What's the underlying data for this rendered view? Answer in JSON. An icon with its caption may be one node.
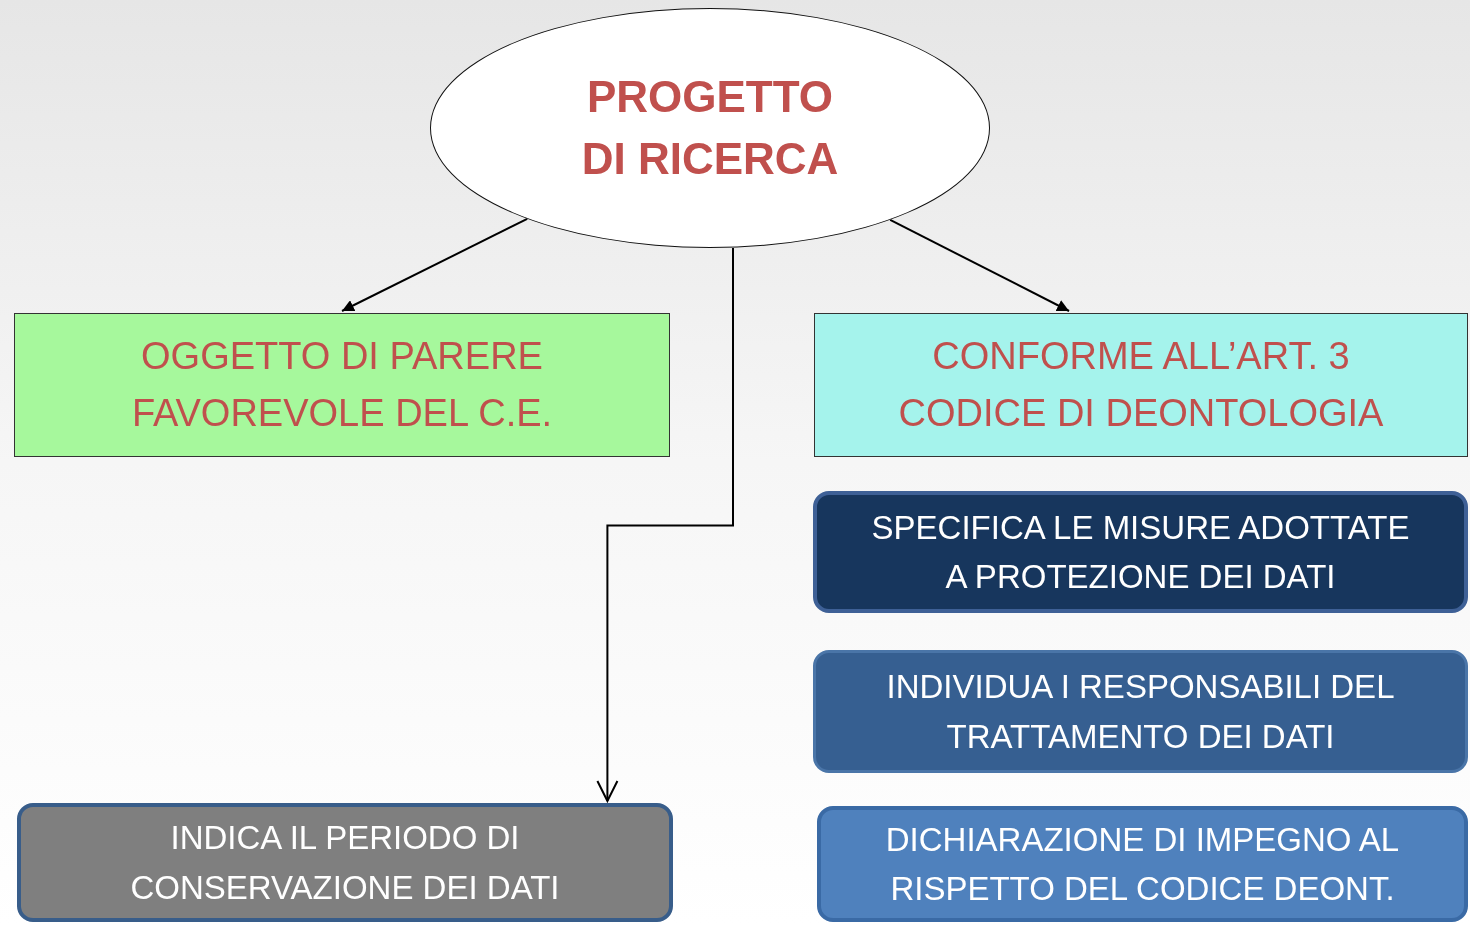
{
  "diagram": {
    "nodes": [
      {
        "text": [
          "PROGETTO DI RICERCA"
        ]
      },
      {
        "text": [
          "OGGETTO DI PARERE FAVOREVOLE DEL C.E."
        ]
      },
      {
        "text": [
          "CONFORME ALL’ART. 3 CODICE DI DEONTOLOGIA"
        ]
      },
      {
        "text": [
          "SPECIFICA LE MISURE ADOTTATE A PROTEZIONE DEI DATI"
        ]
      },
      {
        "text": [
          "INDIVIDUA I RESPONSABILI DEL TRATTAMENTO DEI DATI"
        ]
      },
      {
        "text": [
          "INDICA IL PERIODO DI CONSERVAZIONE DEI DATI"
        ]
      },
      {
        "text": [
          "DICHIARAZIONE DI IMPEGNO AL RISPETTO DEL CODICE DEONT."
        ]
      }
    ],
    "edges": [
      {
        "from": 0,
        "to": 1,
        "arrow": "to"
      },
      {
        "from": 0,
        "to": 2,
        "arrow": "to"
      },
      {
        "from": 0,
        "to": 5,
        "arrow": "to"
      }
    ]
  }
}
